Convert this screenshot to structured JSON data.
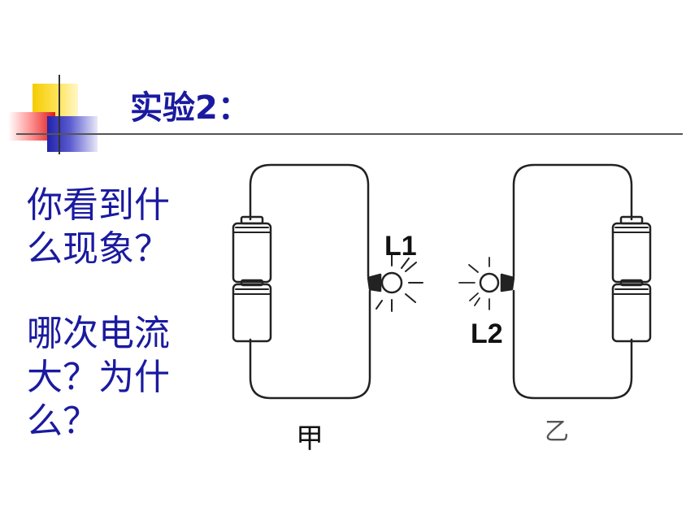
{
  "slide": {
    "title": "实验2：",
    "question_1": [
      "你看到什",
      "么现象？"
    ],
    "question_2": [
      "哪次电流",
      "大？为什",
      "么？"
    ]
  },
  "circuit": {
    "lamp_1_label": "L1",
    "lamp_2_label": "L2",
    "caption_left": "甲",
    "caption_right": "乙"
  },
  "colors": {
    "title": "#1a1aa0",
    "accent_yellow": "#f5cc00",
    "accent_red": "#e01a1a",
    "accent_blue": "#2222aa"
  }
}
